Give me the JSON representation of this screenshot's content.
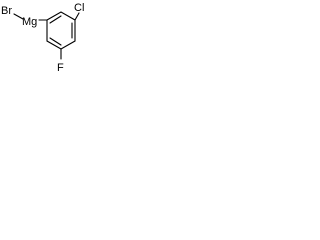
{
  "molecule": {
    "atoms": {
      "bromine": "Br",
      "magnesium": "Mg",
      "chlorine": "Cl",
      "fluorine": "F"
    },
    "colors": {
      "ink": "#000000",
      "background": "#ffffff"
    }
  }
}
